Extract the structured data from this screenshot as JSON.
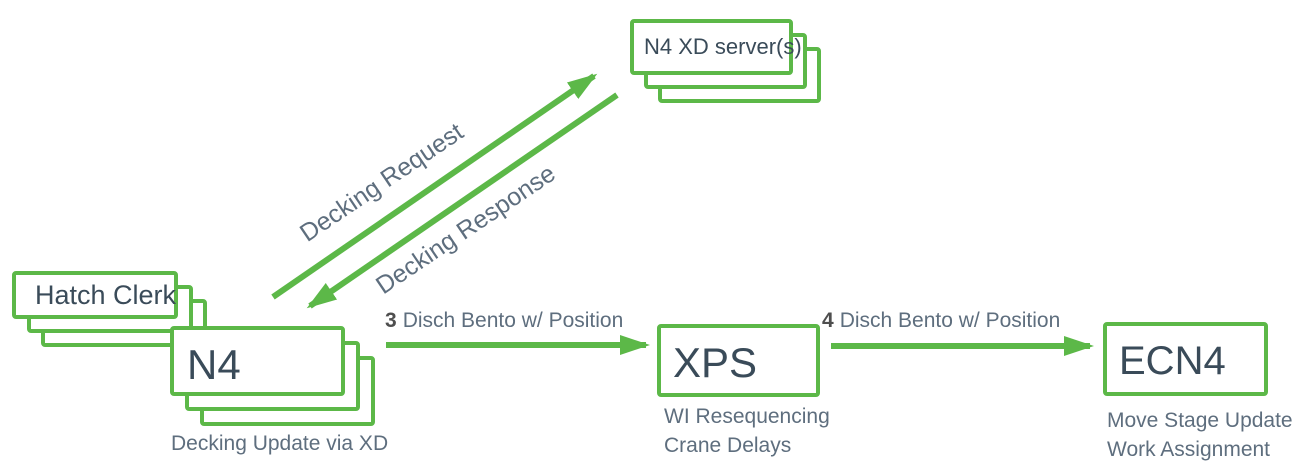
{
  "colors": {
    "accent_green": "#5cb848",
    "box_text": "#3a4b59",
    "annotation_text": "#5e6e7e",
    "step_number_text": "#4e4e4e"
  },
  "nodes": {
    "hatch_clerk": {
      "label": "Hatch Clerk"
    },
    "n4": {
      "label": "N4",
      "sublabel": "Decking Update via XD"
    },
    "n4_xd_servers": {
      "label": "N4 XD server(s)"
    },
    "xps": {
      "label": "XPS",
      "sublabels": [
        "WI Resequencing",
        "Crane Delays"
      ]
    },
    "ecn4": {
      "label": "ECN4",
      "sublabels": [
        "Move Stage Update",
        "Work Assignment"
      ]
    }
  },
  "edges": {
    "decking_request": {
      "label": "Decking Request",
      "from": "n4",
      "to": "n4_xd_servers"
    },
    "decking_response": {
      "label": "Decking Response",
      "from": "n4_xd_servers",
      "to": "n4"
    },
    "disch_bento_3": {
      "number": "3",
      "label": "Disch Bento w/ Position",
      "from": "n4",
      "to": "xps"
    },
    "disch_bento_4": {
      "number": "4",
      "label": "Disch Bento w/ Position",
      "from": "xps",
      "to": "ecn4"
    }
  }
}
